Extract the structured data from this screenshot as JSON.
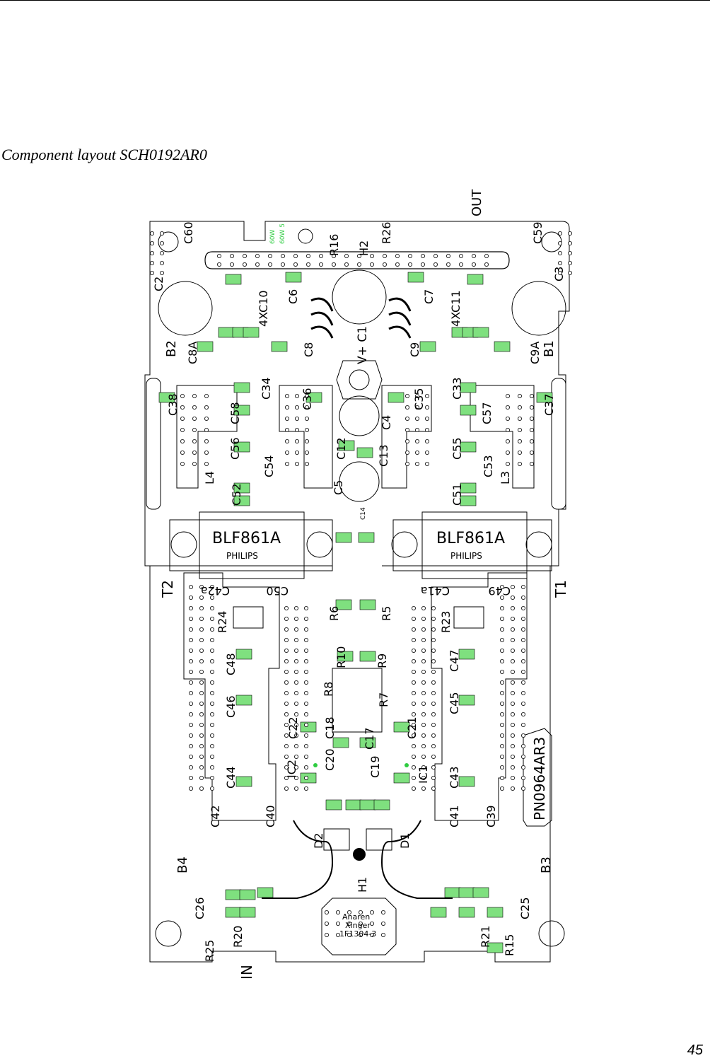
{
  "caption": "Component layout SCH0192AR0",
  "page_number": "45",
  "colors": {
    "copper": "#2ecc40",
    "silk": "#000000",
    "pad": "#7fe07f",
    "via": "#ffffff"
  },
  "board": {
    "transistors": [
      {
        "id": "T2",
        "part": "BLF861A",
        "maker": "PHILIPS"
      },
      {
        "id": "T1",
        "part": "BLF861A",
        "maker": "PHILIPS"
      }
    ],
    "part_number": "PN0964AR3",
    "coupler": {
      "line1": "Anaren",
      "line2": "Xinger",
      "line3": "1F1304-3"
    },
    "labels": {
      "out": "OUT",
      "in": "IN",
      "vplus": "V+ C1",
      "b1": "B1",
      "b2": "B2",
      "b3": "B3",
      "b4": "B4",
      "h1": "H1",
      "h2": "H2",
      "c2": "C2",
      "c3": "C3",
      "c59": "C59",
      "c60": "C60",
      "c6": "C6",
      "c7": "C7",
      "c8": "C8",
      "c9": "C9",
      "c8a": "C8A",
      "c9a": "C9A",
      "c10": "4XC10",
      "c11": "4XC11",
      "r16": "R16",
      "r26": "R26",
      "c38": "C38",
      "c34": "C34",
      "c58": "C58",
      "c56": "C56",
      "c36": "C36",
      "l4": "L4",
      "c52": "C52",
      "c54": "C54",
      "c35": "C35",
      "c33": "C33",
      "c57": "C57",
      "c37": "C37",
      "c55": "C55",
      "c53": "C53",
      "c51": "C51",
      "l3": "L3",
      "c4": "C4",
      "c12": "C12",
      "c13": "C13",
      "c5": "C5",
      "c14": "C14",
      "c42a": "C42a",
      "c50": "C50",
      "c41a": "C41a",
      "c49": "C49",
      "r24": "R24",
      "r23": "R23",
      "c48": "C48",
      "c47": "C47",
      "c46": "C46",
      "c45": "C45",
      "c44": "C44",
      "c43": "C43",
      "c42": "C42",
      "c40": "C40",
      "c41": "C41",
      "c39": "C39",
      "r10": "R10",
      "r9": "R9",
      "r7": "R7",
      "r8": "R8",
      "r6": "R6",
      "r5": "R5",
      "c18": "C18",
      "c17": "C17",
      "c19": "C19",
      "c20": "C20",
      "c21": "C21",
      "c22": "C22",
      "ic1": "IC1",
      "ic2": "IC2",
      "d1": "D1",
      "d2": "D2",
      "c26": "C26",
      "c25": "C25",
      "r20": "R20",
      "r21": "R21",
      "r25": "R25",
      "r15": "R15",
      "tap60": "60W",
      "tap60b": "60W 5"
    }
  }
}
